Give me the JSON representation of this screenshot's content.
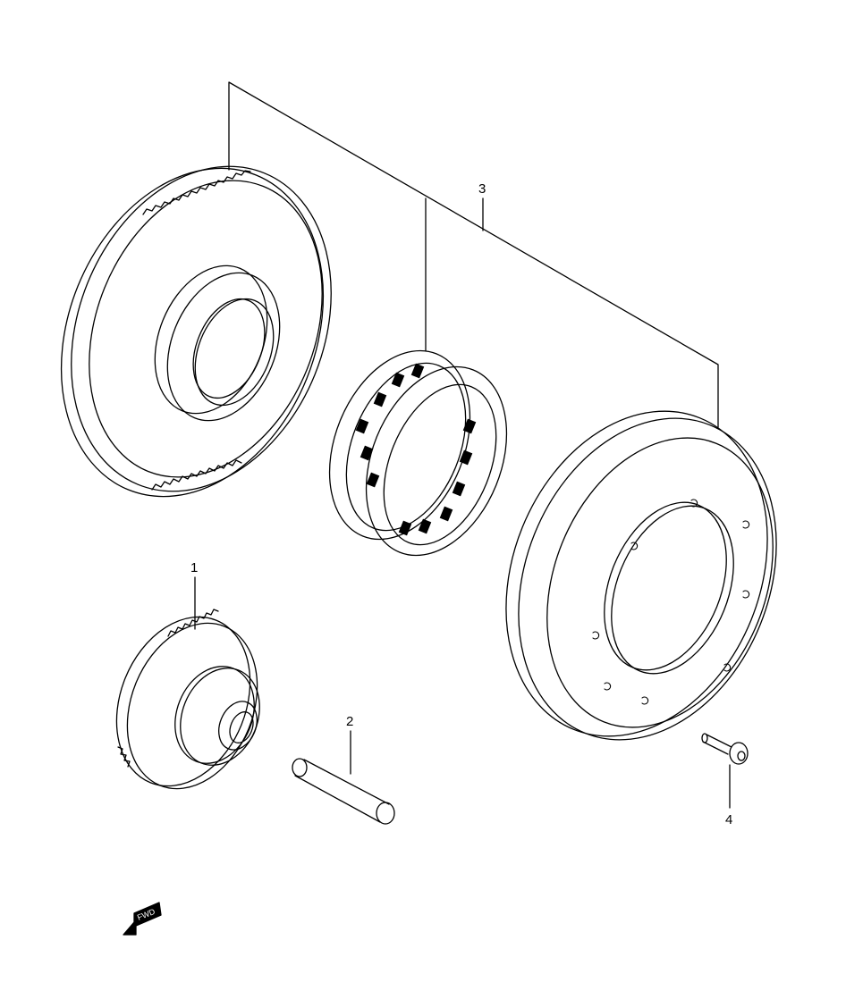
{
  "diagram": {
    "callouts": [
      {
        "id": "1",
        "text": "1"
      },
      {
        "id": "2",
        "text": "2"
      },
      {
        "id": "3",
        "text": "3"
      },
      {
        "id": "4",
        "text": "4"
      }
    ],
    "fwd_label": "FWD",
    "line_color": "#000000",
    "background": "#ffffff"
  }
}
